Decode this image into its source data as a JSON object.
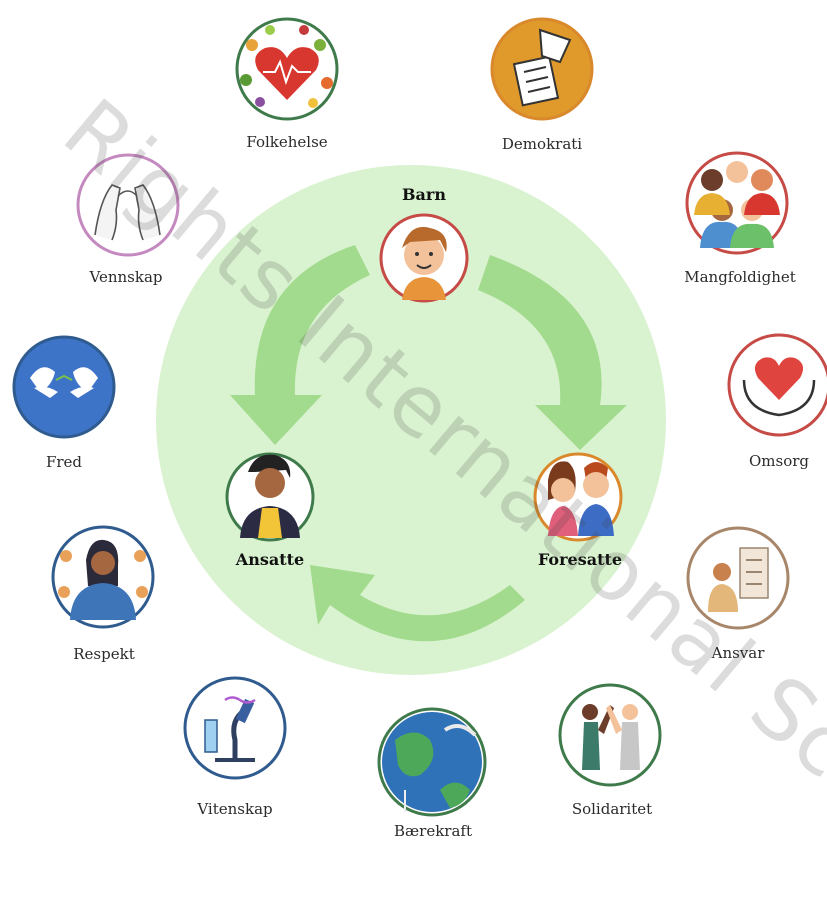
{
  "center": {
    "actors": {
      "child": "Barn",
      "staff": "Ansatte",
      "guardians": "Foresatte"
    }
  },
  "values": {
    "folkehelse": "Folkehelse",
    "demokrati": "Demokrati",
    "mangfoldighet": "Mangfoldighet",
    "omsorg": "Omsorg",
    "ansvar": "Ansvar",
    "solidaritet": "Solidaritet",
    "baerekraft": "Bærekraft",
    "vitenskap": "Vitenskap",
    "respekt": "Respekt",
    "fred": "Fred",
    "vennskap": "Vennskap"
  },
  "watermark": "Rights International School",
  "colors": {
    "circle_fill": "#d9f2cf",
    "arrow_fill": "#9ed88a",
    "ring_red": "#c64a45",
    "ring_green": "#3f7a4a",
    "ring_blue": "#2f5b8f",
    "ring_orange": "#d9892b",
    "ring_magenta": "#c48ac0",
    "ring_brown": "#a8866a"
  }
}
